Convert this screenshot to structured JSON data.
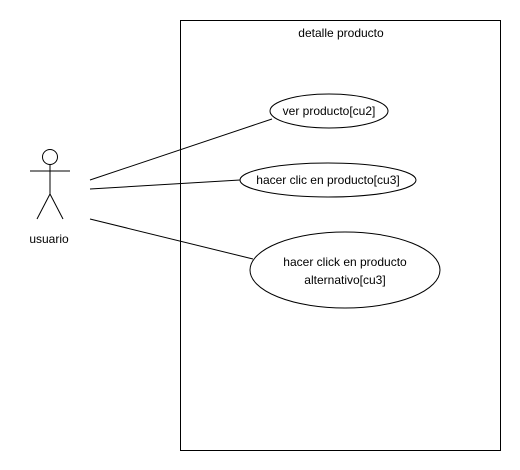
{
  "diagram": {
    "system_boundary": {
      "title": "detalle producto"
    },
    "actor": {
      "label": "usuario"
    },
    "use_cases": [
      {
        "id": "cu2",
        "lines": [
          "ver producto[cu2]"
        ]
      },
      {
        "id": "cu3-clic",
        "lines": [
          "hacer clic en producto[cu3]"
        ]
      },
      {
        "id": "cu3-alt",
        "lines": [
          "hacer click en producto",
          "alternativo[cu3]"
        ]
      }
    ],
    "associations": [
      {
        "from": "usuario",
        "to": "cu2"
      },
      {
        "from": "usuario",
        "to": "cu3-clic"
      },
      {
        "from": "usuario",
        "to": "cu3-alt"
      }
    ]
  }
}
